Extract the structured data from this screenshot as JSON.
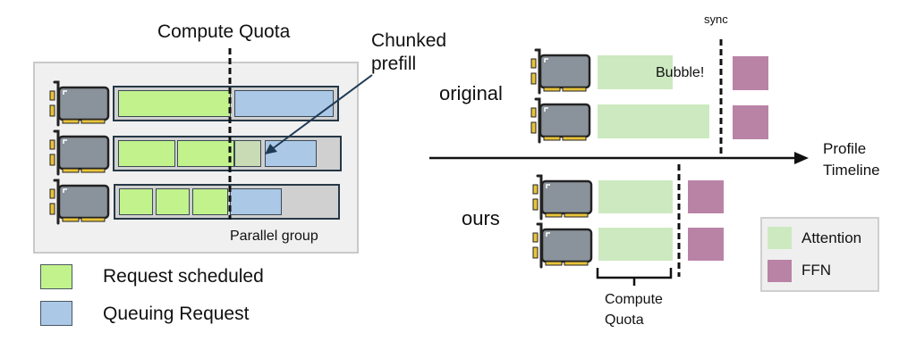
{
  "left_panel": {
    "compute_quota_label": "Compute Quota",
    "chunked_prefill_label_line1": "Chunked",
    "chunked_prefill_label_line2": "prefill",
    "parallel_group_label": "Parallel group",
    "gpu_label": "GPU",
    "rows": [
      {
        "gpu": "GPU",
        "blocks": [
          "scheduled",
          "queuing"
        ]
      },
      {
        "gpu": "GPU",
        "blocks": [
          "scheduled",
          "scheduled",
          "chunked-prefill",
          "queuing",
          "empty"
        ]
      },
      {
        "gpu": "GPU",
        "blocks": [
          "scheduled",
          "scheduled",
          "scheduled",
          "queuing",
          "empty"
        ]
      }
    ],
    "legend": [
      {
        "label": "Request scheduled",
        "color": "#c2f28c"
      },
      {
        "label": "Queuing Request",
        "color": "#abc8e6"
      }
    ]
  },
  "right_panel": {
    "sync_label": "sync",
    "bubble_label": "Bubble!",
    "original_label": "original",
    "ours_label": "ours",
    "timeline_label_line1": "Profile",
    "timeline_label_line2": "Timeline",
    "compute_quota_line1": "Compute",
    "compute_quota_line2": "Quota",
    "gpu_label": "GPU",
    "legend": [
      {
        "label": "Attention",
        "color": "#cce9c0"
      },
      {
        "label": "FFN",
        "color": "#b983a6"
      }
    ]
  },
  "colors": {
    "scheduled": "#c2f28c",
    "queuing": "#abc8e6",
    "chunked": "#c9dbb5",
    "attention": "#cce9c0",
    "ffn": "#b983a6",
    "arrow": "#1f3a55"
  }
}
